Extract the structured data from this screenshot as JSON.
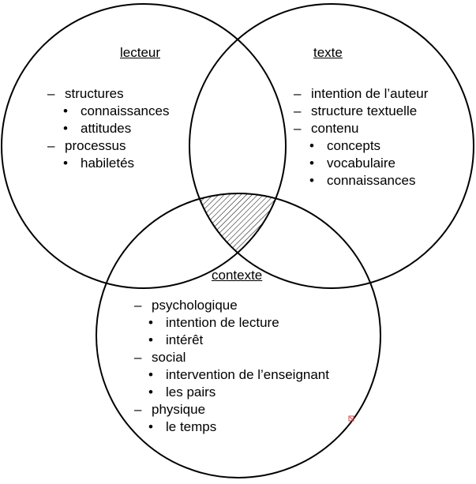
{
  "circles": {
    "reader": {
      "title": "lecteur",
      "items": [
        {
          "marker": "–",
          "text": "structures",
          "level": 0
        },
        {
          "marker": "•",
          "text": "connaissances",
          "level": 1
        },
        {
          "marker": "•",
          "text": "attitudes",
          "level": 1
        },
        {
          "marker": "–",
          "text": "processus",
          "level": 0
        },
        {
          "marker": "•",
          "text": "habiletés",
          "level": 1
        }
      ]
    },
    "text": {
      "title": "texte",
      "items": [
        {
          "marker": "–",
          "text": "intention de l’auteur",
          "level": 0
        },
        {
          "marker": "–",
          "text": "structure textuelle",
          "level": 0
        },
        {
          "marker": "–",
          "text": "contenu",
          "level": 0
        },
        {
          "marker": "•",
          "text": "concepts",
          "level": 1
        },
        {
          "marker": "•",
          "text": "vocabulaire",
          "level": 1
        },
        {
          "marker": "•",
          "text": "connaissances",
          "level": 1
        }
      ]
    },
    "context": {
      "title": "contexte",
      "items": [
        {
          "marker": "–",
          "text": "psychologique",
          "level": 0
        },
        {
          "marker": "•",
          "text": "intention de lecture",
          "level": 1
        },
        {
          "marker": "•",
          "text": "intérêt",
          "level": 1
        },
        {
          "marker": "–",
          "text": "social",
          "level": 0
        },
        {
          "marker": "•",
          "text": "intervention de l’enseignant",
          "level": 1
        },
        {
          "marker": "•",
          "text": "les pairs",
          "level": 1
        },
        {
          "marker": "–",
          "text": "physique",
          "level": 0
        },
        {
          "marker": "•",
          "text": "le temps",
          "level": 1
        }
      ]
    }
  },
  "colors": {
    "stroke": "#000000",
    "hatch": "#000000",
    "background": "#ffffff",
    "small_mark": "#e04040"
  }
}
